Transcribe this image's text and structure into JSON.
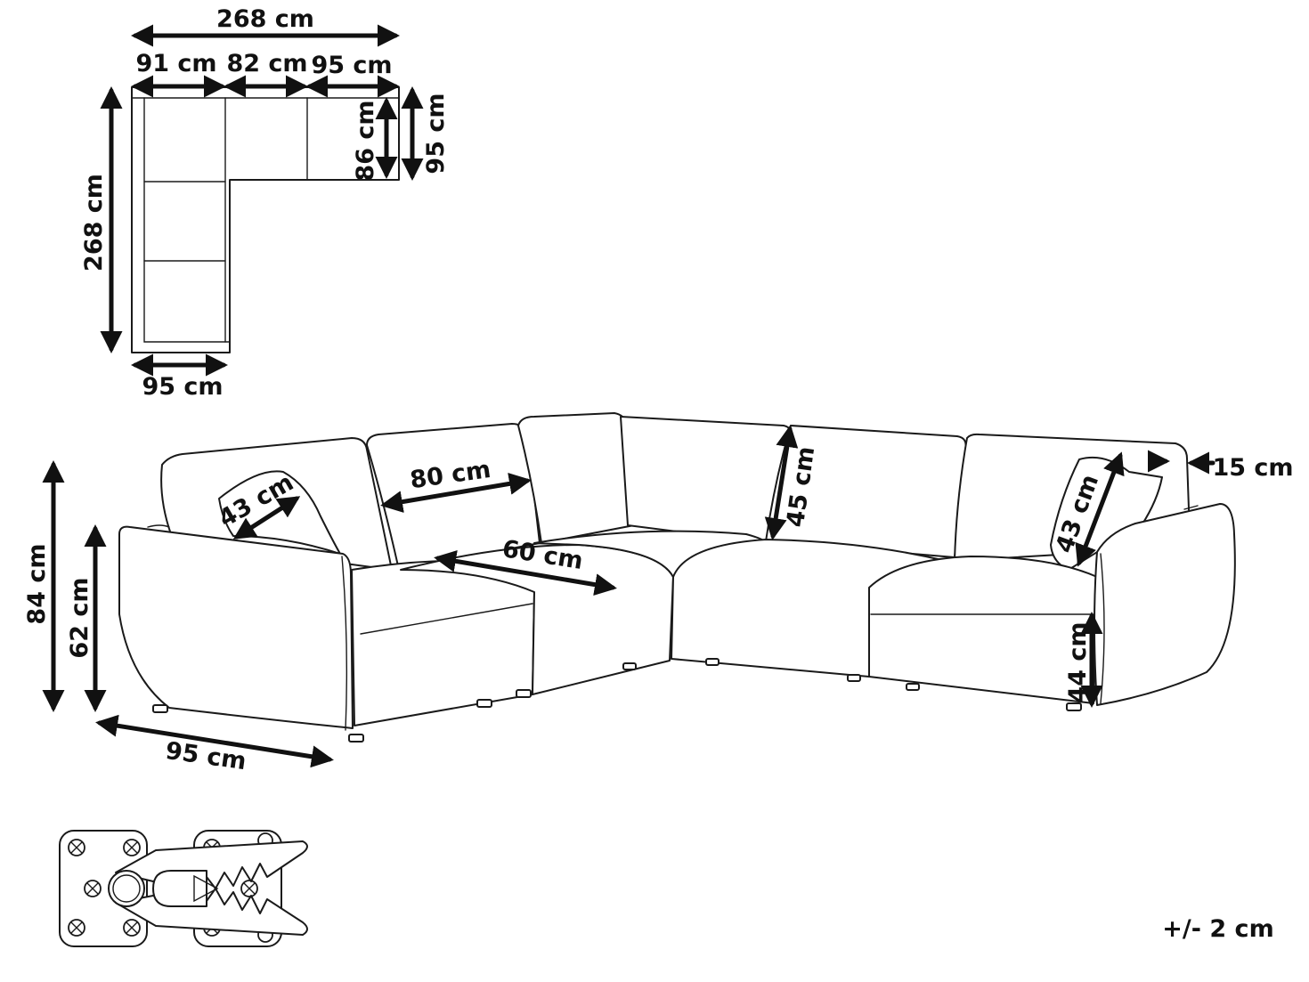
{
  "plan_view": {
    "total_width": "268 cm",
    "left_section_width": "91 cm",
    "middle_section_width": "82 cm",
    "right_section_width": "95 cm",
    "seat_depth": "86 cm",
    "total_depth": "95 cm",
    "total_length": "268 cm",
    "chaise_width": "95 cm"
  },
  "perspective_view": {
    "pillow_size_left": "43 cm",
    "backrest_width": "80 cm",
    "seat_depth": "60 cm",
    "backrest_height": "45 cm",
    "armrest_width": "15 cm",
    "pillow_size_right": "43 cm",
    "total_height": "84 cm",
    "armrest_height": "62 cm",
    "seat_height": "44 cm",
    "depth": "95 cm"
  },
  "tolerance": "+/- 2 cm"
}
